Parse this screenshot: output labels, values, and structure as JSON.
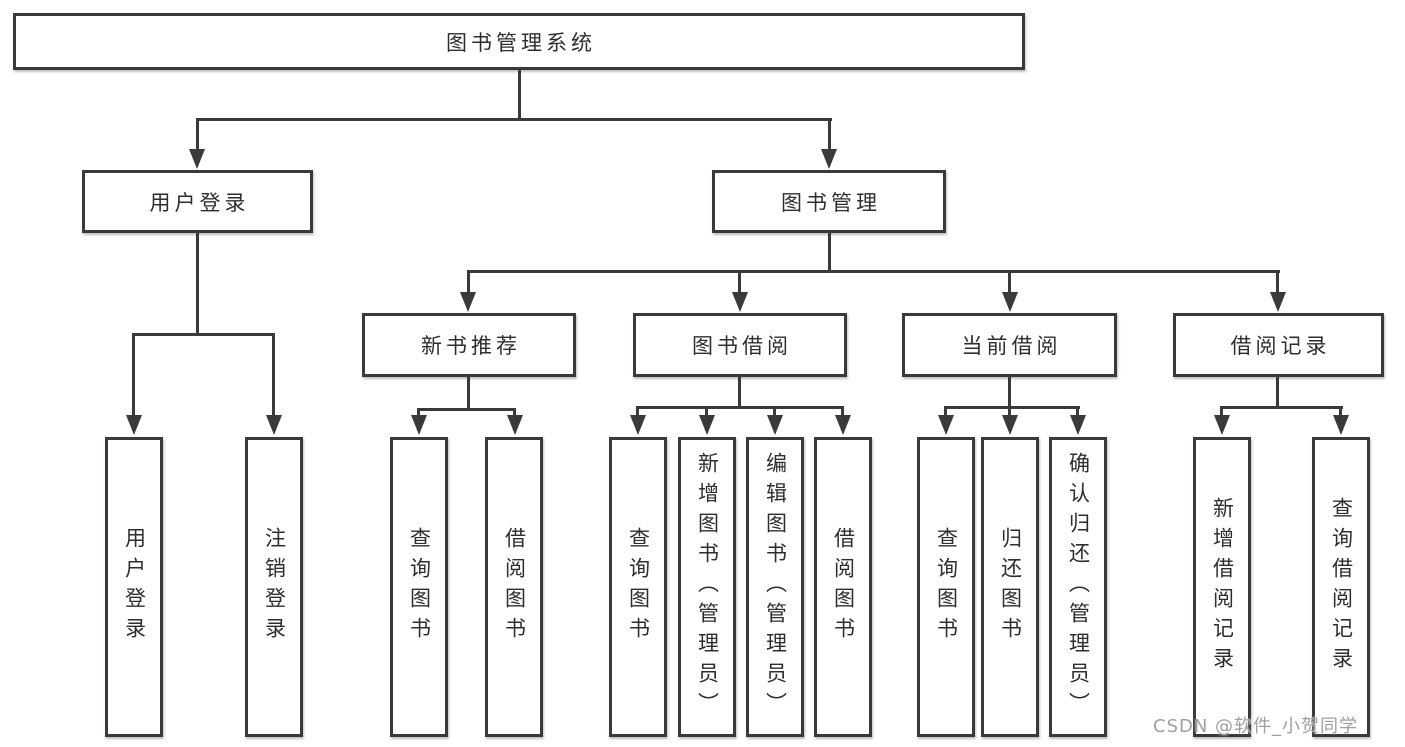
{
  "diagram": {
    "root": {
      "label": "图书管理系统"
    },
    "branches": [
      {
        "label": "用户登录",
        "children": [
          {
            "label": "用户登录"
          },
          {
            "label": "注销登录"
          }
        ]
      },
      {
        "label": "图书管理",
        "children": [
          {
            "label": "新书推荐",
            "children": [
              {
                "label": "查询图书"
              },
              {
                "label": "借阅图书"
              }
            ]
          },
          {
            "label": "图书借阅",
            "children": [
              {
                "label": "查询图书"
              },
              {
                "label": "新增图书（管理员）"
              },
              {
                "label": "编辑图书（管理员）"
              },
              {
                "label": "借阅图书"
              }
            ]
          },
          {
            "label": "当前借阅",
            "children": [
              {
                "label": "查询图书"
              },
              {
                "label": "归还图书"
              },
              {
                "label": "确认归还（管理员）"
              }
            ]
          },
          {
            "label": "借阅记录",
            "children": [
              {
                "label": "新增借阅记录"
              },
              {
                "label": "查询借阅记录"
              }
            ]
          }
        ]
      }
    ]
  },
  "watermark": "CSDN @软件_小贺同学",
  "colors": {
    "line": "#3a3a3a",
    "text": "#2e2e2e",
    "watermark": "#9f9f9f",
    "background": "#ffffff"
  }
}
